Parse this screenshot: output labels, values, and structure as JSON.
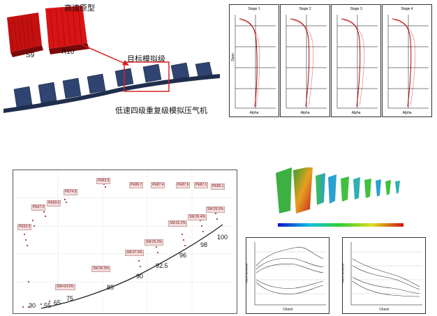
{
  "labels": {
    "original_title": "高速原型",
    "s9": "S9",
    "r10": "R10",
    "target": "目标模拟级",
    "low_speed": "低速四级重复级模拟压气机"
  },
  "stage_panels": [
    {
      "title": "Stage 1",
      "xlabel": "Alpha",
      "ylabel": "Span"
    },
    {
      "title": "Stage 2",
      "xlabel": "Alpha",
      "ylabel": ""
    },
    {
      "title": "Stage 3",
      "xlabel": "Alpha",
      "ylabel": ""
    },
    {
      "title": "Stage 4",
      "xlabel": "Alpha",
      "ylabel": ""
    }
  ],
  "pe_tags": [
    "PE63.9",
    "PE67.0",
    "PE69.6",
    "PE74.8",
    "PE83.5",
    "PE86.7",
    "PE87.4",
    "PE87.6",
    "PE87.2",
    "PE86.1"
  ],
  "sm_tags": [
    "SM=34.5%",
    "SM:30.5%",
    "SM:27.9%",
    "SM:26.3%",
    "SM:32.2%",
    "SM:26.4%",
    "SM:25.5%"
  ],
  "speed_lines": [
    "30",
    "55",
    "65",
    "75",
    "85",
    "90",
    "92.5",
    "96",
    "98",
    "100"
  ],
  "mach_plots": [
    {
      "xlabel": "Chord",
      "ylabel": "Mach Isentropic"
    },
    {
      "xlabel": "Chord",
      "ylabel": "Mach Isentropic"
    }
  ],
  "colors": {
    "red_blade": "#d01010",
    "blue_blade": "#2b3d66",
    "arrow": "#d82020",
    "tag_bg": "#f4dede"
  }
}
